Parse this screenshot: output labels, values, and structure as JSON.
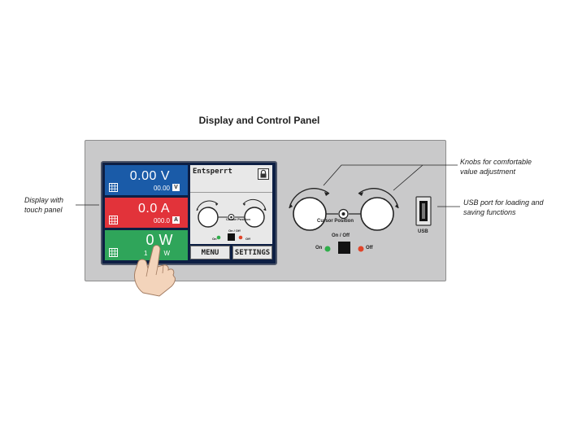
{
  "title": "Display and Control Panel",
  "screen": {
    "voltage": {
      "value": "0.00 V",
      "setpoint": "00.00",
      "unit": "V"
    },
    "current": {
      "value": "0.0 A",
      "setpoint": "000.0",
      "unit": "A"
    },
    "power": {
      "value": "0 W",
      "setpoint": "1",
      "unit": "W"
    },
    "status": "Entsperrt",
    "cursor_label": "Cursor Position",
    "onoff_label": "On / Off",
    "on_label": "On",
    "off_label": "Off",
    "menu_label": "MENU",
    "settings_label": "SETTINGS"
  },
  "panel": {
    "cursor_label": "Cursor Position",
    "onoff_label": "On / Off",
    "on_label": "On",
    "off_label": "Off",
    "usb_label": "USB"
  },
  "annotations": {
    "display_line1": "Display with",
    "display_line2": "touch panel",
    "knobs_line1": "Knobs for comfortable",
    "knobs_line2": "value adjustment",
    "usb_line1": "USB port for loading and",
    "usb_line2": "saving functions"
  },
  "colors": {
    "voltage_tile": "#1a5ba8",
    "current_tile": "#e2333a",
    "power_tile": "#2fa55a",
    "on_led": "#2fae4a",
    "off_led": "#e0452a"
  },
  "icons": [
    "grid-icon",
    "lock-icon",
    "hand-icon",
    "knob-icon",
    "usb-port-icon"
  ]
}
